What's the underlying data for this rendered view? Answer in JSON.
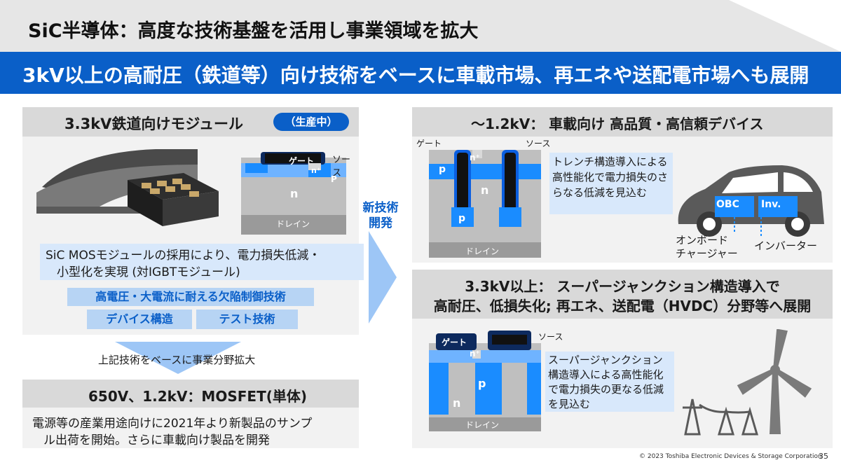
{
  "header": {
    "title": "SiC半導体：高度な技術基盤を活用し事業領域を拡大",
    "subtitle": "3kV以上の高耐圧（鉄道等）向け技術をベースに車載市場、再エネや送配電市場へも展開"
  },
  "left_top": {
    "title": "3.3kV鉄道向けモジュール",
    "badge": "（生産中）",
    "diagram": {
      "gate": "ゲート",
      "source": "ソース",
      "n_plus": "n⁺",
      "p": "P",
      "n": "n",
      "drain": "ドレイン"
    },
    "desc_line1": "SiC MOSモジュールの採用により、電力損失低減・",
    "desc_line2": "小型化を実現 (対IGBTモジュール)",
    "tech_main": "高電圧・大電流に耐える欠陥制御技術",
    "tech_a": "デバイス構造",
    "tech_b": "テスト技術"
  },
  "expand_text": "上記技術をベースに事業分野拡大",
  "left_bottom": {
    "title": "650V、1.2kV：MOSFET(単体)",
    "line1": "電源等の産業用途向けに2021年より新製品のサンプ",
    "line2": "ル出荷を開始。さらに車載向け製品を開発"
  },
  "middle": {
    "new_tech_line1": "新技術",
    "new_tech_line2": "開発"
  },
  "right_top": {
    "title": "〜1.2kV： 車載向け 高品質・高信頼デバイス",
    "diagram": {
      "gate": "ゲート",
      "source": "ソース",
      "n_plus": "n⁺",
      "p1": "p",
      "p2": "p",
      "n": "n",
      "drain": "ドレイン"
    },
    "desc": "トレンチ構造導入による高性能化で電力損失のさらなる低減を見込む",
    "obc": "OBC",
    "inv": "Inv.",
    "obc_label_1": "オンボード",
    "obc_label_2": "チャージャー",
    "inv_label": "インバーター"
  },
  "right_bottom": {
    "title_line1": "3.3kV以上： スーパージャンクション構造導入で",
    "title_line2": "高耐圧、低損失化; 再エネ、送配電（HVDC）分野等へ展開",
    "diagram": {
      "gate": "ゲート",
      "source": "ソース",
      "n_plus": "n⁺",
      "p": "p",
      "n": "n",
      "drain": "ドレイン"
    },
    "desc": "スーパージャンクション構造導入による高性能化で電力損失の更なる低減を見込む"
  },
  "footer": {
    "copyright": "© 2023 Toshiba Electronic Devices & Storage Corporation",
    "page": "35"
  },
  "colors": {
    "brand_blue": "#0a5fc8",
    "light_blue": "#d8e8fb",
    "mid_blue": "#b7d4f4",
    "panel_gray": "#f2f2f2",
    "head_gray": "#d9d9d9"
  }
}
